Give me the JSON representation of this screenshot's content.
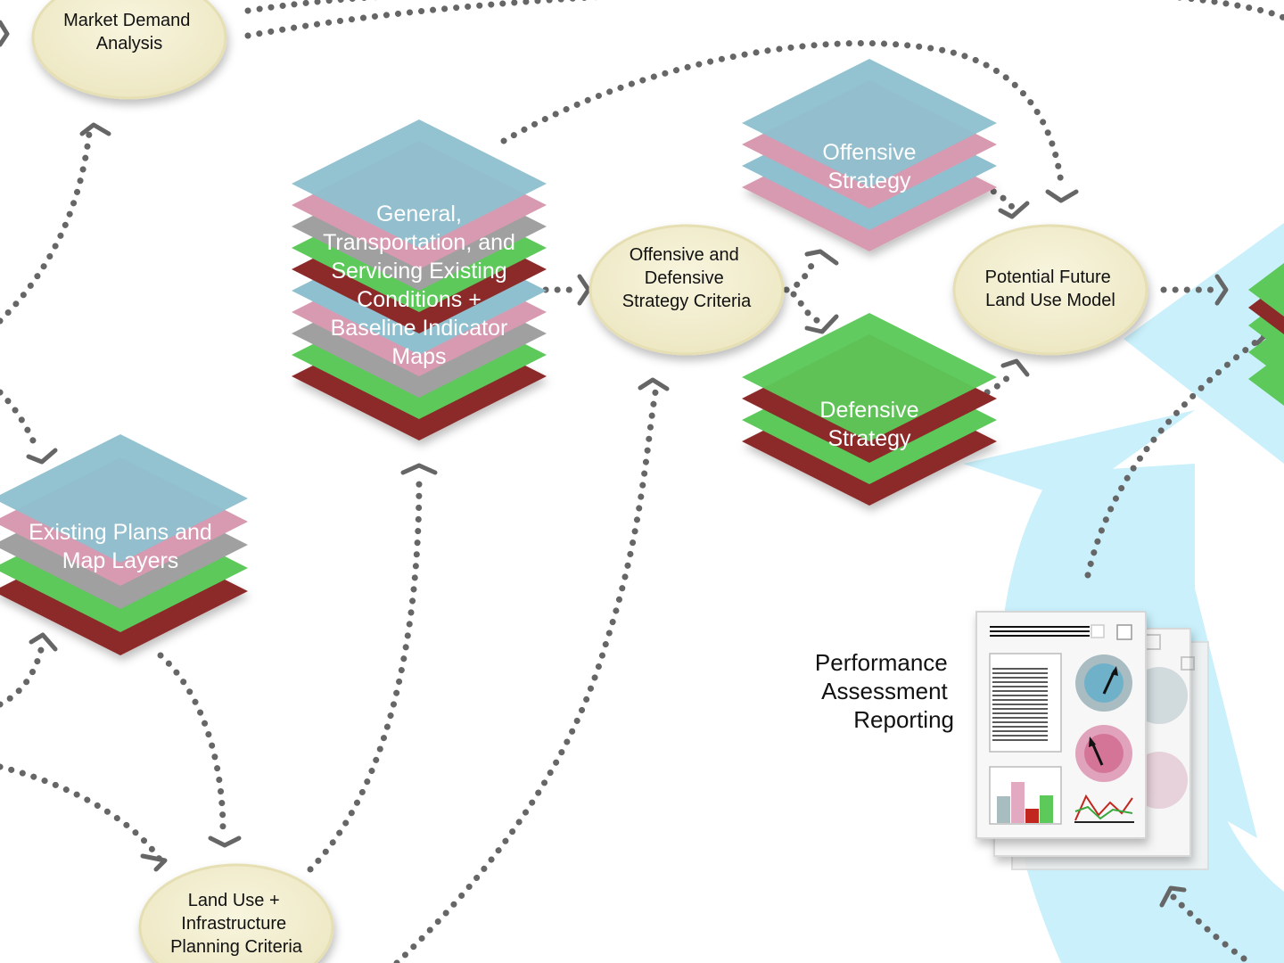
{
  "colors": {
    "background": "#ffffff",
    "ellipse_fill": "#f1edcf",
    "ellipse_stroke": "#e6dfb4",
    "layer_blue": "#8fc0cf",
    "layer_pink": "#d89ab0",
    "layer_green": "#5cc95a",
    "layer_darkred": "#8c2a2a",
    "layer_grey": "#a0a0a0",
    "highlight_cyan": "#c9f0fb",
    "dots": "#666666",
    "chevron": "#666666"
  },
  "nodes": {
    "market_demand": {
      "lines": [
        "Market Demand",
        "Analysis"
      ]
    },
    "offensive_defensive_criteria": {
      "lines": [
        "Offensive and",
        "Defensive",
        "Strategy Criteria"
      ]
    },
    "future_land_use": {
      "lines": [
        "Potential Future",
        "Land Use Model"
      ]
    },
    "land_use_infrastructure": {
      "lines": [
        "Land Use +",
        "Infrastructure",
        "Planning Criteria"
      ]
    }
  },
  "stacks": {
    "general": {
      "lines": [
        "General,",
        "Transportation, and",
        "Servicing Existing",
        "Conditions +",
        "Baseline Indicator",
        "Maps"
      ],
      "layers": [
        "darkred",
        "green",
        "grey",
        "pink",
        "blue",
        "darkred",
        "green",
        "grey",
        "pink",
        "blue"
      ]
    },
    "existing_plans": {
      "lines": [
        "Existing Plans and",
        "Map Layers"
      ],
      "layers": [
        "darkred",
        "green",
        "grey",
        "pink",
        "blue"
      ]
    },
    "offensive": {
      "lines": [
        "Offensive",
        "Strategy"
      ],
      "layers": [
        "pink",
        "blue",
        "pink",
        "blue"
      ]
    },
    "defensive": {
      "lines": [
        "Defensive",
        "Strategy"
      ],
      "layers": [
        "darkred",
        "green",
        "darkred",
        "green"
      ]
    }
  },
  "performance": {
    "lines": [
      "Performance",
      "Assessment",
      "Reporting"
    ]
  }
}
